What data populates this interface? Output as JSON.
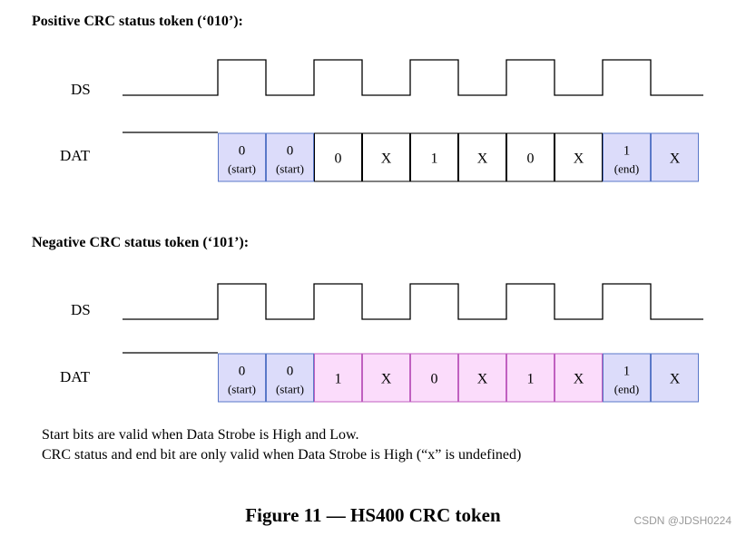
{
  "positive": {
    "heading": "Positive CRC status token (‘010’):",
    "ds_label": "DS",
    "dat_label": "DAT",
    "cells": [
      {
        "main": "0",
        "sub": "(start)",
        "fill": "blue"
      },
      {
        "main": "0",
        "sub": "(start)",
        "fill": "blue"
      },
      {
        "main": "0",
        "sub": "",
        "fill": "white"
      },
      {
        "main": "X",
        "sub": "",
        "fill": "white"
      },
      {
        "main": "1",
        "sub": "",
        "fill": "white"
      },
      {
        "main": "X",
        "sub": "",
        "fill": "white"
      },
      {
        "main": "0",
        "sub": "",
        "fill": "white"
      },
      {
        "main": "X",
        "sub": "",
        "fill": "white"
      },
      {
        "main": "1",
        "sub": "(end)",
        "fill": "blue"
      },
      {
        "main": "X",
        "sub": "",
        "fill": "blue"
      }
    ]
  },
  "negative": {
    "heading": "Negative CRC status token (‘101’):",
    "ds_label": "DS",
    "dat_label": "DAT",
    "cells": [
      {
        "main": "0",
        "sub": "(start)",
        "fill": "blue"
      },
      {
        "main": "0",
        "sub": "(start)",
        "fill": "blue"
      },
      {
        "main": "1",
        "sub": "",
        "fill": "pink"
      },
      {
        "main": "X",
        "sub": "",
        "fill": "pink"
      },
      {
        "main": "0",
        "sub": "",
        "fill": "pink"
      },
      {
        "main": "X",
        "sub": "",
        "fill": "pink"
      },
      {
        "main": "1",
        "sub": "",
        "fill": "pink"
      },
      {
        "main": "X",
        "sub": "",
        "fill": "pink"
      },
      {
        "main": "1",
        "sub": "(end)",
        "fill": "blue"
      },
      {
        "main": "X",
        "sub": "",
        "fill": "blue"
      }
    ]
  },
  "notes": {
    "line1": "Start bits are valid when Data Strobe is High and Low.",
    "line2": "CRC status and end bit are only valid when Data Strobe is High (“x” is undefined)"
  },
  "caption": "Figure 11 — HS400 CRC token",
  "watermark": "CSDN @JDSH0224",
  "colors": {
    "blue": "#dcdcfa",
    "blue_stroke": "#5a78c8",
    "pink": "#fbdcfb",
    "pink_stroke": "#c060c0",
    "white": "#ffffff",
    "line": "#000000"
  }
}
